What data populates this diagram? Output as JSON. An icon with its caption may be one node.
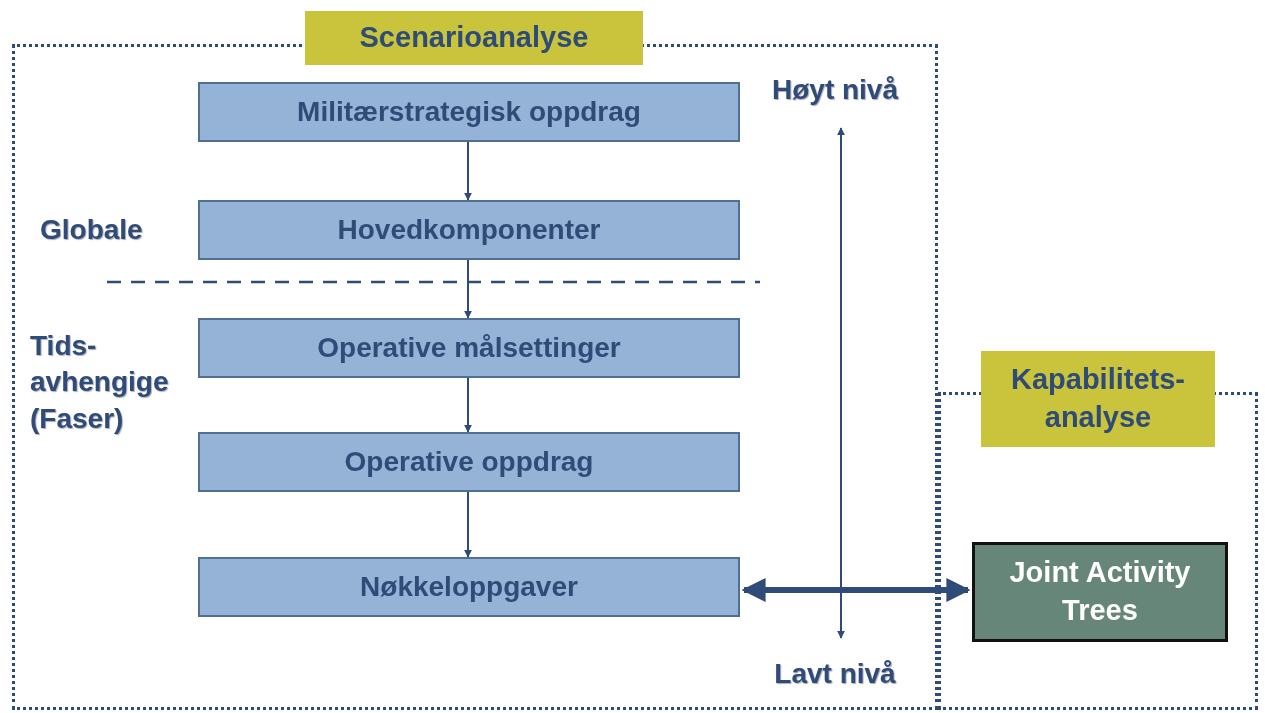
{
  "diagram": {
    "nodes": [
      {
        "text": [
          "Scenarioanalyse"
        ]
      },
      {
        "text": [
          "Militærstrategisk oppdrag"
        ],
        "in": 0
      },
      {
        "text": [
          "Hovedkomponenter"
        ],
        "in": 0
      },
      {
        "text": [
          "Operative målsettinger"
        ],
        "in": 0
      },
      {
        "text": [
          "Operative oppdrag"
        ],
        "in": 0
      },
      {
        "text": [
          "Nøkkeloppgaver"
        ],
        "in": 0
      },
      {
        "text": [
          "Kapabilitets- analyse"
        ]
      },
      {
        "text": [
          "Joint Activity Trees"
        ],
        "in": 6
      }
    ],
    "edges": [
      {
        "from": 1,
        "to": 2,
        "arrow": "to"
      },
      {
        "from": 2,
        "to": 3,
        "arrow": "to"
      },
      {
        "from": 3,
        "to": 4,
        "arrow": "to"
      },
      {
        "from": 4,
        "to": 5,
        "arrow": "to"
      },
      {
        "from": 5,
        "to": 7,
        "arrow": "both",
        "style": "thick"
      }
    ],
    "labels": [
      "Høyt nivå",
      "Globale",
      "Tids- avhengige (Faser)",
      "Lavt nivå"
    ]
  }
}
